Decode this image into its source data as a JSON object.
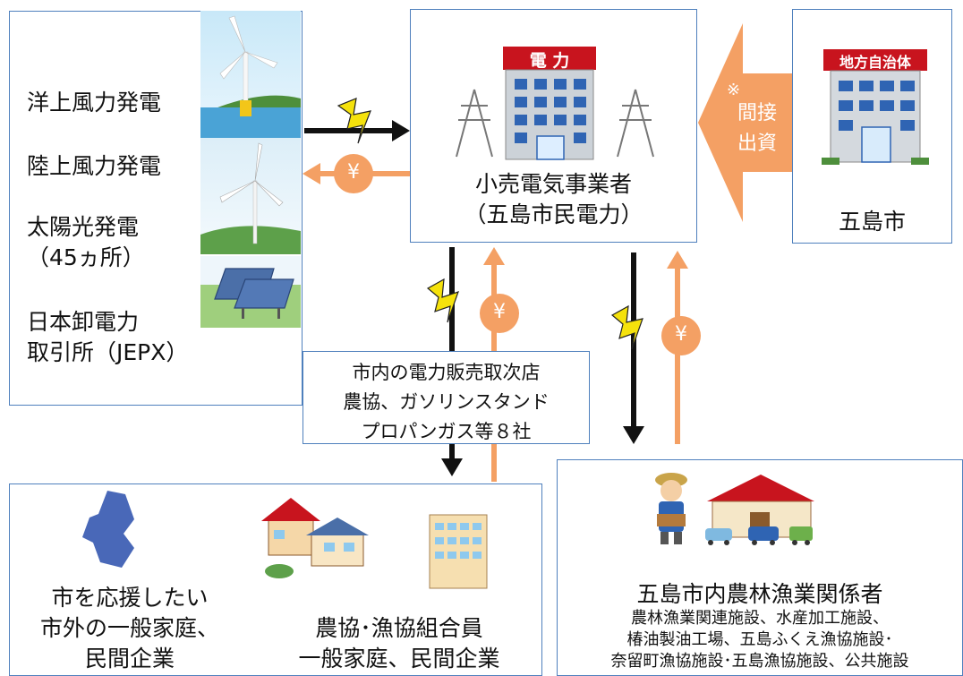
{
  "sources": {
    "items": [
      "洋上風力発電",
      "陸上風力発電",
      "太陽光発電",
      "（45ヵ所）",
      "日本卸電力",
      "取引所（JEPX）"
    ]
  },
  "retailer": {
    "sign": "電 力",
    "line1": "小売電気事業者",
    "line2": "（五島市民電力）"
  },
  "city": {
    "sign": "地方自治体",
    "name": "五島市"
  },
  "investment": {
    "mark": "※",
    "line1": "間接",
    "line2": "出資"
  },
  "agency": {
    "line1": "市内の電力販売取次店",
    "line2": "農協、ガソリンスタンド",
    "line3": "プロパンガス等８社"
  },
  "consumers_left": {
    "group1": [
      "市を応援したい",
      "市外の一般家庭、",
      "民間企業"
    ],
    "group2": [
      "農協･漁協組合員",
      "一般家庭、民間企業"
    ]
  },
  "consumers_right": {
    "title": "五島市内農林漁業関係者",
    "lines": [
      "農林漁業関連施設、水産加工施設、",
      "椿油製油工場、五島ふくえ漁協施設･",
      "奈留町漁協施設･五島漁協施設、公共施設"
    ]
  },
  "yen_symbol": "¥",
  "colors": {
    "border": "#4f80bd",
    "payment": "#f4a064",
    "lightning": "#f5e20c",
    "sign": "#c8141e"
  }
}
